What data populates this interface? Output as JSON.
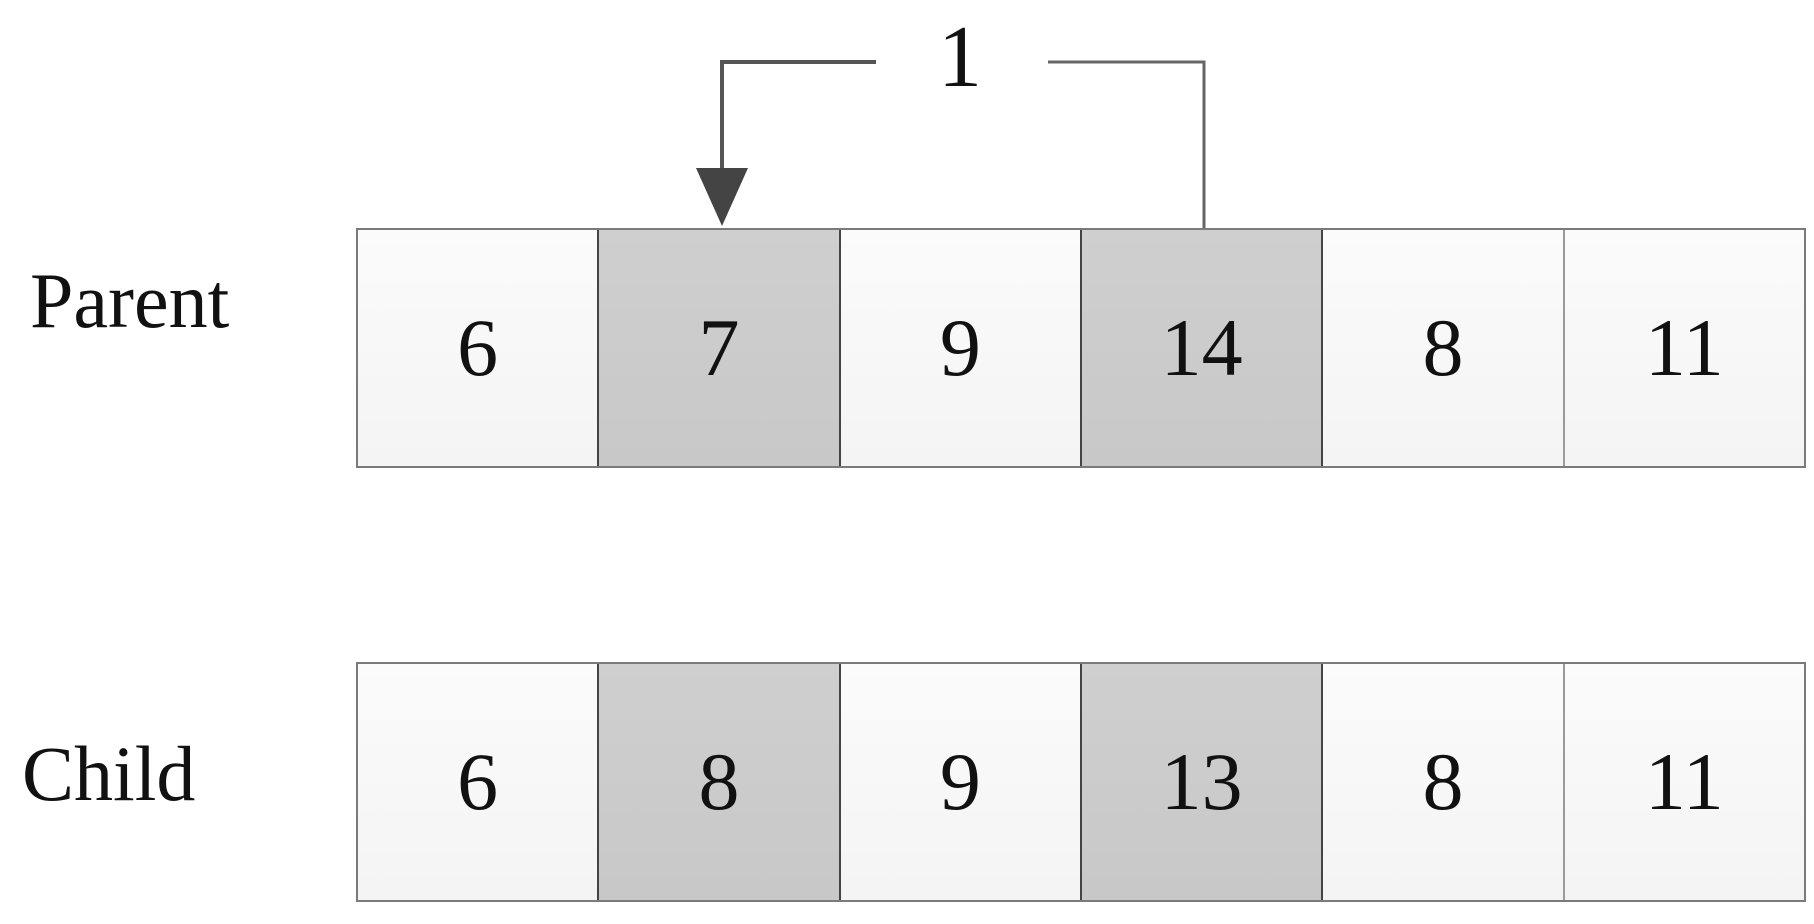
{
  "offset_label": "1",
  "rows": [
    {
      "label": "Parent",
      "cells": [
        {
          "value": "6",
          "highlighted": false
        },
        {
          "value": "7",
          "highlighted": true
        },
        {
          "value": "9",
          "highlighted": false
        },
        {
          "value": "14",
          "highlighted": true
        },
        {
          "value": "8",
          "highlighted": false
        },
        {
          "value": "11",
          "highlighted": false
        }
      ]
    },
    {
      "label": "Child",
      "cells": [
        {
          "value": "6",
          "highlighted": false
        },
        {
          "value": "8",
          "highlighted": true
        },
        {
          "value": "9",
          "highlighted": false
        },
        {
          "value": "13",
          "highlighted": true
        },
        {
          "value": "8",
          "highlighted": false
        },
        {
          "value": "11",
          "highlighted": false
        }
      ]
    }
  ],
  "colors": {
    "highlight": "#c9c9c9",
    "cell": "#f6f6f6",
    "arrow": "#444444",
    "connector": "#666666"
  }
}
